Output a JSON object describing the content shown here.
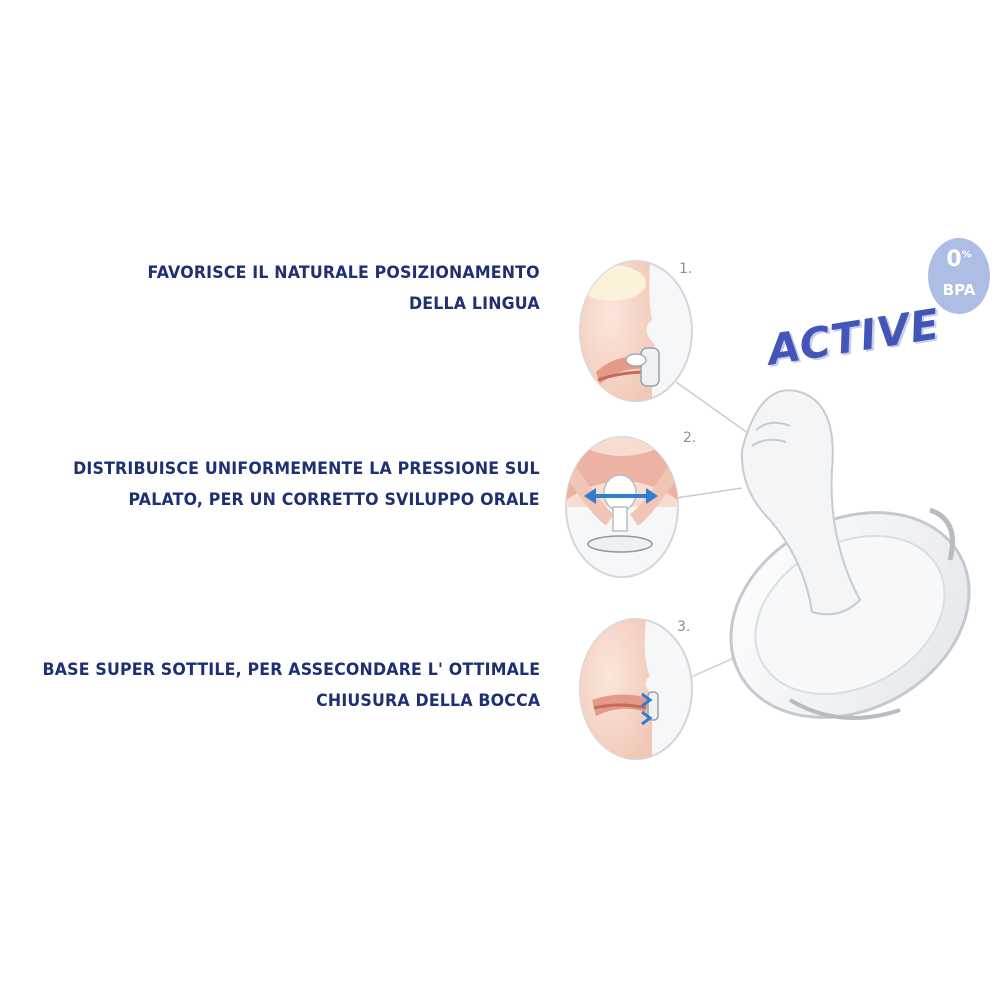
{
  "features": [
    {
      "number": "1.",
      "lines": [
        "FAVORISCE IL NATURALE POSIZIONAMENTO",
        "DELLA LINGUA"
      ]
    },
    {
      "number": "2.",
      "lines": [
        "DISTRIBUISCE UNIFORMEMENTE LA PRESSIONE SUL",
        "PALATO, PER UN CORRETTO SVILUPPO ORALE"
      ]
    },
    {
      "number": "3.",
      "lines": [
        "BASE SUPER SOTTILE, PER ASSECONDARE L' OTTIMALE",
        "CHIUSURA DELLA BOCCA"
      ]
    }
  ],
  "badge": {
    "percent_number": "0",
    "percent_sign": "%",
    "label": "BPA"
  },
  "product_label": "ACTIVE",
  "colors": {
    "text_navy": "#1f2f73",
    "badge_blue": "#aebde4",
    "active_blue": "#4455b8",
    "skin": "#f4d2c4",
    "lips": "#e49a86",
    "arrow_blue": "#2f7fd0"
  }
}
